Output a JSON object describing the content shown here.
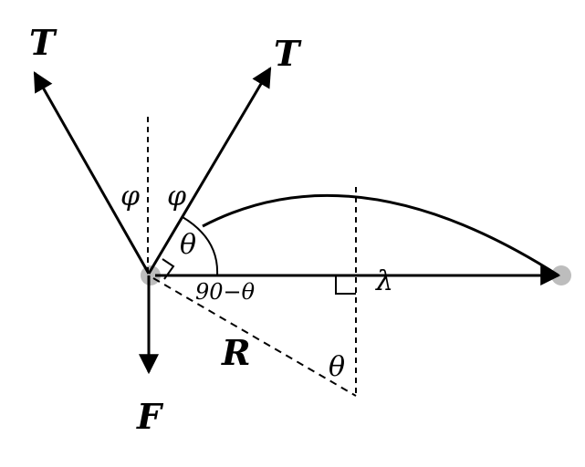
{
  "labels": {
    "tension_left": "T",
    "tension_right": "T",
    "phi_left": "φ",
    "phi_right": "φ",
    "theta_top": "θ",
    "angle_complement": "90−θ",
    "wavelength": "λ",
    "radius": "R",
    "theta_bottom": "θ",
    "force": "F"
  },
  "colors": {
    "stroke": "#000000",
    "node": "#bdbdbd"
  }
}
